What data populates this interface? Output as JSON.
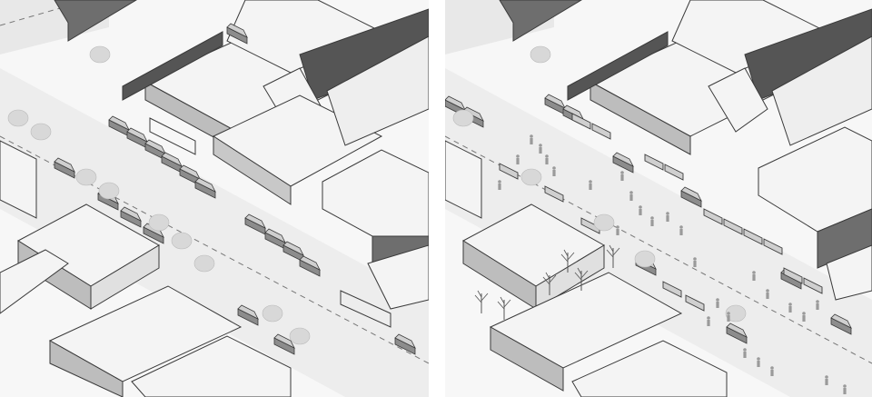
{
  "diagram": {
    "panels": [
      {
        "id": "existing",
        "variant": "before"
      },
      {
        "id": "proposed",
        "variant": "after"
      }
    ],
    "colors": {
      "background": "#f7f7f7",
      "roof_light": "#f4f4f4",
      "wall_shade": "#bdbdbd",
      "wall_dark": "#6e6e6e",
      "roof_dark": "#555555",
      "line": "#3a3a3a",
      "tree": "#d8d8d8",
      "people": "#9a9a9a",
      "car": "#8c8c8c"
    },
    "icons": [
      "tree-icon",
      "car-icon",
      "person-icon",
      "umbrella-icon"
    ]
  }
}
